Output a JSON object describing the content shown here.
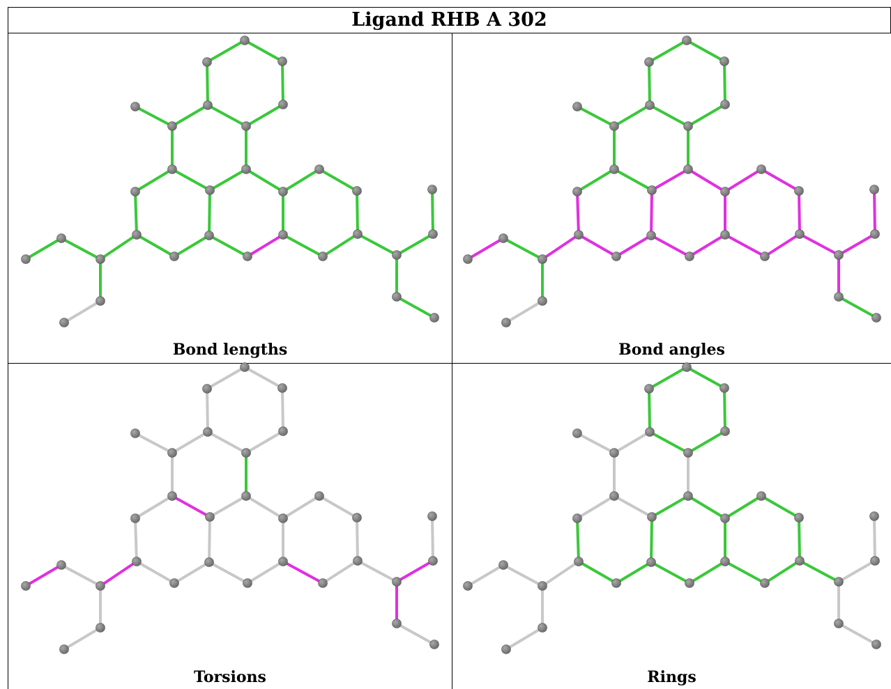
{
  "title": "Ligand RHB A 302",
  "colors": {
    "green": "#3ac83a",
    "magenta": "#e030e0",
    "grey_bond": "#c8c8c8",
    "atom": "#6e6e6e"
  },
  "panels": [
    {
      "caption": "Bond lengths",
      "bond_colors": [
        "g",
        "g",
        "g",
        "g",
        "g",
        "g",
        "g",
        "g",
        "g",
        "g",
        "g",
        "g",
        "g",
        "g",
        "g",
        "g",
        "g",
        "g",
        "g",
        "g",
        "m",
        "g",
        "g",
        "g",
        "g",
        "g",
        "g",
        "m",
        "g",
        "g",
        "g",
        "g",
        "g",
        "g",
        "g",
        "g",
        "g"
      ]
    },
    {
      "caption": "Bond angles",
      "bond_colors": [
        "g",
        "g",
        "g",
        "g",
        "g",
        "g",
        "g",
        "g",
        "g",
        "g",
        "g",
        "g",
        "m",
        "m",
        "m",
        "m",
        "m",
        "m",
        "m",
        "m",
        "m",
        "m",
        "m",
        "m",
        "m",
        "m",
        "m",
        "m",
        "m",
        "m",
        "m",
        "m",
        "g",
        "m",
        "g",
        "m",
        "g"
      ]
    },
    {
      "caption": "Torsions",
      "bond_colors": [
        "w",
        "w",
        "w",
        "w",
        "w",
        "w",
        "w",
        "w",
        "w",
        "g",
        "w",
        "m",
        "w",
        "w",
        "w",
        "w",
        "w",
        "w",
        "m",
        "w",
        "w",
        "w",
        "w",
        "w",
        "w",
        "w",
        "w",
        "w",
        "w",
        "m",
        "w",
        "m",
        "w",
        "m",
        "w",
        "m",
        "w"
      ]
    },
    {
      "caption": "Rings",
      "bond_colors": [
        "g",
        "g",
        "g",
        "g",
        "g",
        "g",
        "w",
        "w",
        "w",
        "w",
        "w",
        "w",
        "g",
        "g",
        "g",
        "g",
        "g",
        "g",
        "g",
        "g",
        "g",
        "g",
        "g",
        "g",
        "g",
        "g",
        "g",
        "g",
        "g",
        "w",
        "w",
        "w",
        "w",
        "w",
        "w",
        "w",
        "w"
      ]
    }
  ]
}
